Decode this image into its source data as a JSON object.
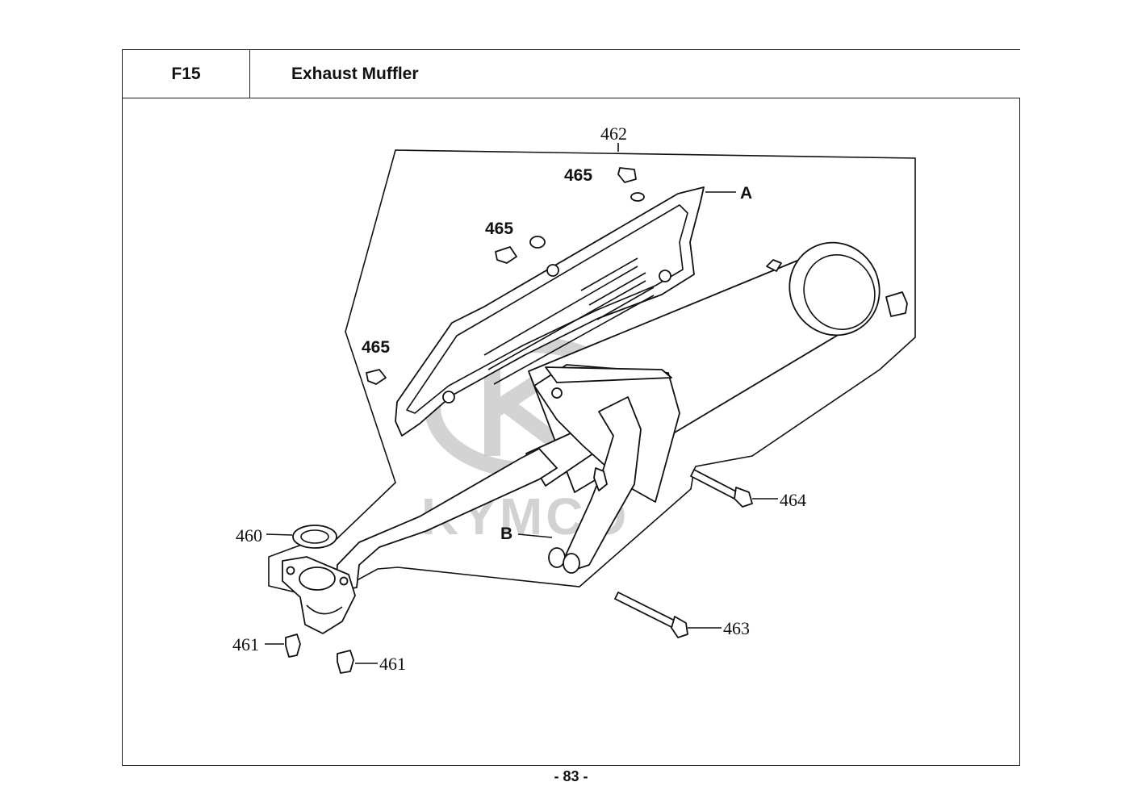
{
  "header": {
    "code": "F15",
    "title": "Exhaust Muffler"
  },
  "diagram": {
    "watermark": "KYMCO",
    "labels": {
      "l462": "462",
      "l465a": "465",
      "l465b": "465",
      "l465c": "465",
      "lA": "A",
      "lB": "B",
      "l460": "460",
      "l461a": "461",
      "l461b": "461",
      "l463": "463",
      "l464": "464"
    }
  },
  "footer": {
    "page_number": "- 83 -"
  }
}
